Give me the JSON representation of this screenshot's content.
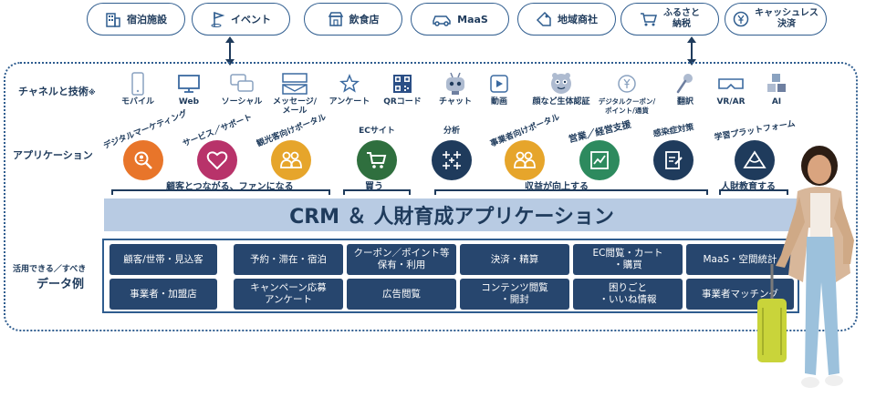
{
  "top_services": [
    {
      "label": "宿泊施設",
      "icon": "building-icon"
    },
    {
      "label": "イベント",
      "icon": "flag-icon"
    },
    {
      "label": "飲食店",
      "icon": "shop-icon"
    },
    {
      "label": "MaaS",
      "icon": "car-icon"
    },
    {
      "label": "地域商社",
      "icon": "tag-icon"
    },
    {
      "label": "ふるさと\n納税",
      "icon": "cart-icon"
    },
    {
      "label": "キャッシュレス\n決済",
      "icon": "yen-icon"
    }
  ],
  "rows": {
    "channel": "チャネルと技術",
    "channel_mark": "※",
    "application": "アプリケーション",
    "data_line1": "活用できる／すべき",
    "data_line2": "データ例"
  },
  "channels": [
    {
      "label": "モバイル",
      "icon": "mobile-icon"
    },
    {
      "label": "Web",
      "icon": "monitor-icon"
    },
    {
      "label": "ソーシャル",
      "icon": "chat-icon"
    },
    {
      "label": "メッセージ/\nメール",
      "icon": "mail-icon"
    },
    {
      "label": "アンケート",
      "icon": "star-icon"
    },
    {
      "label": "QRコード",
      "icon": "qr-icon"
    },
    {
      "label": "チャット",
      "icon": "robot-icon"
    },
    {
      "label": "動画",
      "icon": "video-icon"
    },
    {
      "label": "顔など生体認証",
      "icon": "face-icon"
    },
    {
      "label": "デジタルクーポン/\nポイント/通貨",
      "icon": "coin-icon"
    },
    {
      "label": "翻訳",
      "icon": "mic-icon"
    },
    {
      "label": "VR/AR",
      "icon": "vr-icon"
    },
    {
      "label": "AI",
      "icon": "cubes-icon"
    }
  ],
  "applications": [
    {
      "label": "デジタルマーケティング",
      "icon": "search-person-icon",
      "color": "#e8752a"
    },
    {
      "label": "サービス／サポート",
      "icon": "heart-icon",
      "color": "#b8336a"
    },
    {
      "label": "観光客向けポータル",
      "icon": "people-icon",
      "color": "#e6a52b"
    },
    {
      "label": "ECサイト",
      "icon": "cart-icon",
      "color": "#2f6f3e"
    },
    {
      "label": "分析",
      "icon": "sparkle-icon",
      "color": "#1f3b5c"
    },
    {
      "label": "事業者向けポータル",
      "icon": "people-icon",
      "color": "#e6a52b"
    },
    {
      "label": "営業／経営支援",
      "icon": "chart-icon",
      "color": "#2d8a5e"
    },
    {
      "label": "感染症対策",
      "icon": "clipboard-icon",
      "color": "#1f3b5c"
    },
    {
      "label": "学習プラットフォーム",
      "icon": "mountain-icon",
      "color": "#1f3b5c"
    }
  ],
  "groups": [
    {
      "label": "顧客とつながる、ファンになる"
    },
    {
      "label": "買う"
    },
    {
      "label": "収益が向上する"
    },
    {
      "label": "人財教育する"
    }
  ],
  "crm_title": "CRM ＆ 人財育成アプリケーション",
  "data_examples": [
    [
      "顧客/世帯・見込客",
      "予約・滞在・宿泊",
      "クーポン／ポイント等\n保有・利用",
      "決済・精算",
      "EC閲覧・カート\n・購買",
      "MaaS・空間統計"
    ],
    [
      "事業者・加盟店",
      "キャンペーン応募\nアンケート",
      "広告閲覧",
      "コンテンツ閲覧\n・開封",
      "困りごと\n・いいね情報",
      "事業者マッチング"
    ]
  ],
  "colors": {
    "navy": "#1f3b5c",
    "cell": "#27466e",
    "crm_bar": "#b8cbe3",
    "frame": "#2f5d8f"
  }
}
